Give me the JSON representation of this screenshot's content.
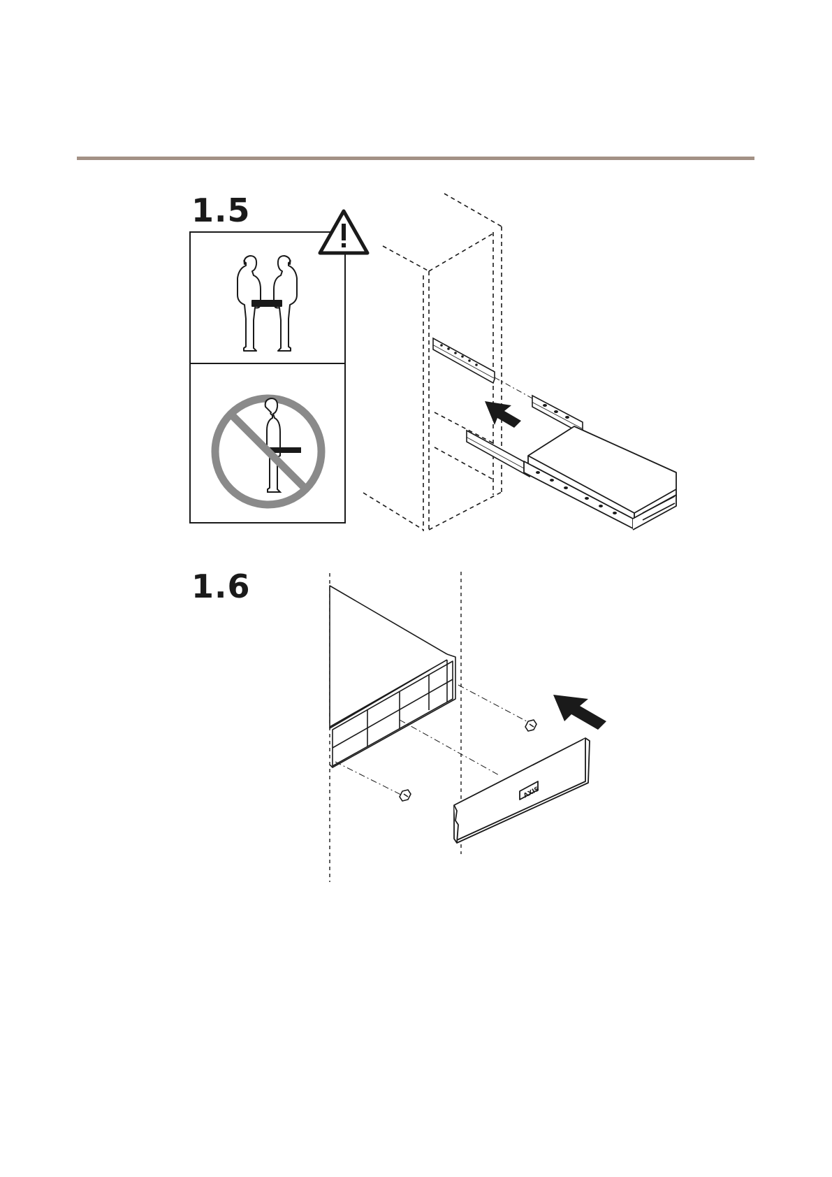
{
  "document": {
    "steps": [
      {
        "number": "1.5"
      },
      {
        "number": "1.6"
      }
    ],
    "bezel_logo": "AXIS"
  },
  "colors": {
    "rule": "#a39185",
    "prohibition": "#8a8a8a",
    "line": "#1a1a1a"
  },
  "icons": [
    "warning-triangle-icon",
    "two-person-lift-icon",
    "no-single-person-lift-icon",
    "push-arrow-icon",
    "screw-icon"
  ]
}
